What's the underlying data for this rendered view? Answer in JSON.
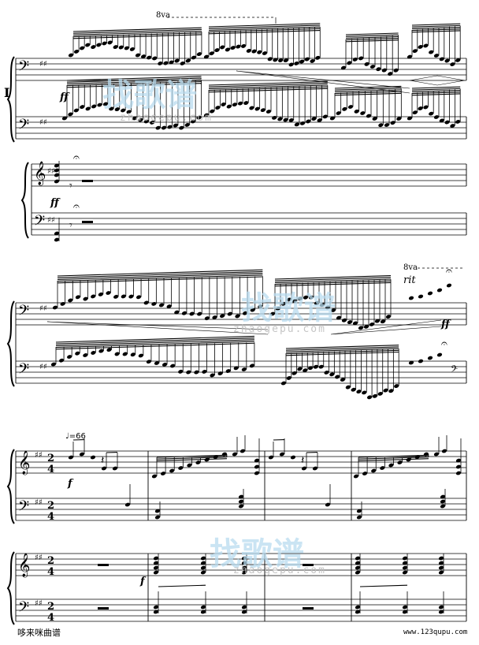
{
  "part_label": "I",
  "tempo_mark": "♩=66",
  "time_signature": {
    "top": "2",
    "bottom": "4"
  },
  "key_signature": "D major (2 sharps)",
  "dynamics": {
    "sys1_top": "ff",
    "sys1_lower": "ff",
    "sys2_end": "ff",
    "sys2_rit": "rit",
    "sys3_upper": "f",
    "sys3_lower": "f"
  },
  "ottava": {
    "sys1": "8va",
    "sys2": "8va"
  },
  "watermark": {
    "logo_text": "找歌谱",
    "url_text": "zhaogepu.com"
  },
  "footer": {
    "left": "哆来咪曲谱",
    "right": "www.123qupu.com"
  }
}
